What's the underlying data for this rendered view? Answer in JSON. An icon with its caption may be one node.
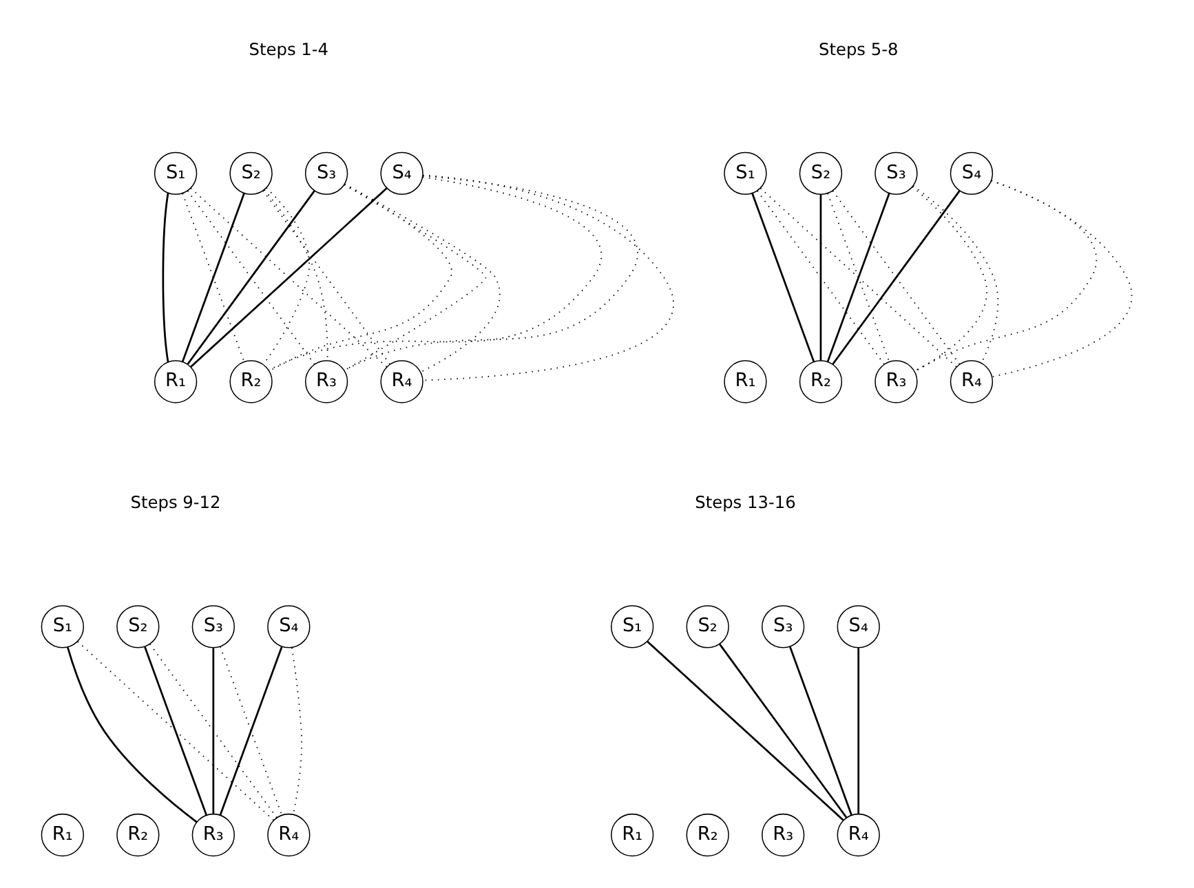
{
  "diagram": {
    "nodes": [
      {
        "text": [
          "S₁"
        ]
      },
      {
        "text": [
          "S₂"
        ]
      },
      {
        "text": [
          "S₃"
        ]
      },
      {
        "text": [
          "S₄"
        ]
      },
      {
        "text": [
          "R₁"
        ]
      },
      {
        "text": [
          "R₂"
        ]
      },
      {
        "text": [
          "R₃"
        ]
      },
      {
        "text": [
          "R₄"
        ]
      },
      {
        "text": [
          "S₁"
        ]
      },
      {
        "text": [
          "S₂"
        ]
      },
      {
        "text": [
          "S₃"
        ]
      },
      {
        "text": [
          "S₄"
        ]
      },
      {
        "text": [
          "R₁"
        ]
      },
      {
        "text": [
          "R₂"
        ]
      },
      {
        "text": [
          "R₃"
        ]
      },
      {
        "text": [
          "R₄"
        ]
      },
      {
        "text": [
          "S₁"
        ]
      },
      {
        "text": [
          "S₂"
        ]
      },
      {
        "text": [
          "S₃"
        ]
      },
      {
        "text": [
          "S₄"
        ]
      },
      {
        "text": [
          "R₁"
        ]
      },
      {
        "text": [
          "R₂"
        ]
      },
      {
        "text": [
          "R₃"
        ]
      },
      {
        "text": [
          "R₄"
        ]
      },
      {
        "text": [
          "S₁"
        ]
      },
      {
        "text": [
          "S₂"
        ]
      },
      {
        "text": [
          "S₃"
        ]
      },
      {
        "text": [
          "S₄"
        ]
      },
      {
        "text": [
          "R₁"
        ]
      },
      {
        "text": [
          "R₂"
        ]
      },
      {
        "text": [
          "R₃"
        ]
      },
      {
        "text": [
          "R₄"
        ]
      }
    ],
    "edges": [
      {
        "from": 0,
        "to": 4,
        "arrow": "none"
      },
      {
        "from": 1,
        "to": 4,
        "arrow": "none"
      },
      {
        "from": 2,
        "to": 4,
        "arrow": "none"
      },
      {
        "from": 3,
        "to": 4,
        "arrow": "none"
      },
      {
        "from": 0,
        "to": 5,
        "arrow": "none",
        "style": "dashed"
      },
      {
        "from": 0,
        "to": 6,
        "arrow": "none",
        "style": "dashed"
      },
      {
        "from": 0,
        "to": 7,
        "arrow": "none",
        "style": "dashed"
      },
      {
        "from": 1,
        "to": 5,
        "arrow": "none",
        "style": "dashed"
      },
      {
        "from": 1,
        "to": 6,
        "arrow": "none",
        "style": "dashed"
      },
      {
        "from": 1,
        "to": 7,
        "arrow": "none",
        "style": "dashed"
      },
      {
        "from": 2,
        "to": 5,
        "arrow": "none",
        "style": "dashed"
      },
      {
        "from": 2,
        "to": 6,
        "arrow": "none",
        "style": "dashed"
      },
      {
        "from": 2,
        "to": 7,
        "arrow": "none",
        "style": "dashed"
      },
      {
        "from": 3,
        "to": 5,
        "arrow": "none",
        "style": "dashed"
      },
      {
        "from": 3,
        "to": 6,
        "arrow": "none",
        "style": "dashed"
      },
      {
        "from": 3,
        "to": 7,
        "arrow": "none",
        "style": "dashed"
      },
      {
        "from": 8,
        "to": 13,
        "arrow": "none"
      },
      {
        "from": 9,
        "to": 13,
        "arrow": "none"
      },
      {
        "from": 10,
        "to": 13,
        "arrow": "none"
      },
      {
        "from": 11,
        "to": 13,
        "arrow": "none"
      },
      {
        "from": 8,
        "to": 14,
        "arrow": "none",
        "style": "dashed"
      },
      {
        "from": 8,
        "to": 15,
        "arrow": "none",
        "style": "dashed"
      },
      {
        "from": 9,
        "to": 14,
        "arrow": "none",
        "style": "dashed"
      },
      {
        "from": 9,
        "to": 15,
        "arrow": "none",
        "style": "dashed"
      },
      {
        "from": 10,
        "to": 14,
        "arrow": "none",
        "style": "dashed"
      },
      {
        "from": 10,
        "to": 15,
        "arrow": "none",
        "style": "dashed"
      },
      {
        "from": 11,
        "to": 14,
        "arrow": "none",
        "style": "dashed"
      },
      {
        "from": 11,
        "to": 15,
        "arrow": "none",
        "style": "dashed"
      },
      {
        "from": 16,
        "to": 22,
        "arrow": "none"
      },
      {
        "from": 17,
        "to": 22,
        "arrow": "none"
      },
      {
        "from": 18,
        "to": 22,
        "arrow": "none"
      },
      {
        "from": 19,
        "to": 22,
        "arrow": "none"
      },
      {
        "from": 16,
        "to": 23,
        "arrow": "none",
        "style": "dashed"
      },
      {
        "from": 17,
        "to": 23,
        "arrow": "none",
        "style": "dashed"
      },
      {
        "from": 18,
        "to": 23,
        "arrow": "none",
        "style": "dashed"
      },
      {
        "from": 19,
        "to": 23,
        "arrow": "none",
        "style": "dashed"
      },
      {
        "from": 24,
        "to": 31,
        "arrow": "none"
      },
      {
        "from": 25,
        "to": 31,
        "arrow": "none"
      },
      {
        "from": 26,
        "to": 31,
        "arrow": "none"
      },
      {
        "from": 27,
        "to": 31,
        "arrow": "none"
      }
    ],
    "labels": [
      "Steps 1-4",
      "Steps 5-8",
      "Steps 9-12",
      "Steps 13-16"
    ]
  }
}
